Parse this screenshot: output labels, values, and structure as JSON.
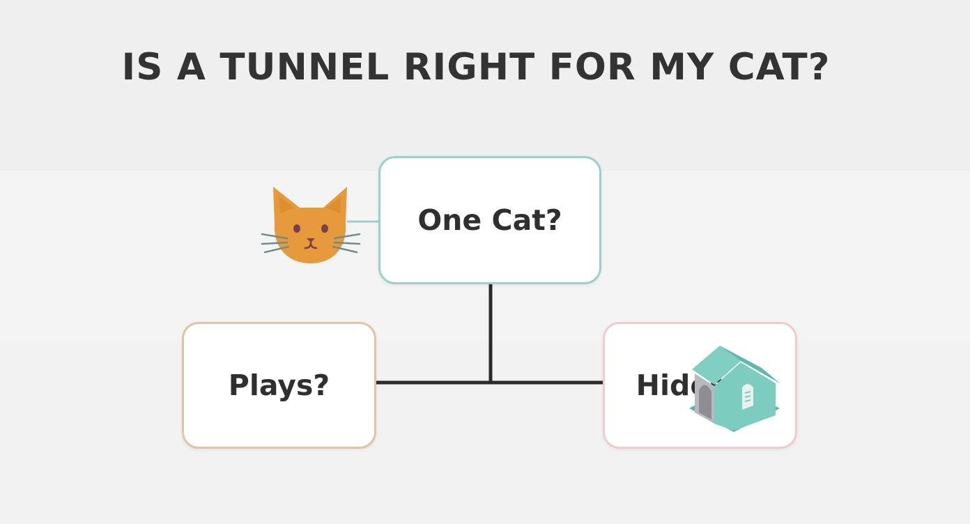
{
  "title": "IS A TUNNEL RIGHT FOR MY CAT?",
  "nodes": {
    "top": {
      "label": "One Cat?"
    },
    "left": {
      "label": "Plays?"
    },
    "right": {
      "label": "Hides?"
    }
  },
  "icons": {
    "cat": "cat-face-icon",
    "house": "cat-house-icon"
  },
  "colors": {
    "title": "#333333",
    "top_border": "#9ccfcc",
    "left_border": "#e1c4a4",
    "right_border": "#f0cccc",
    "connector": "#2b2b2b",
    "cat": "#e69a3c",
    "house": "#6fc1b4"
  }
}
